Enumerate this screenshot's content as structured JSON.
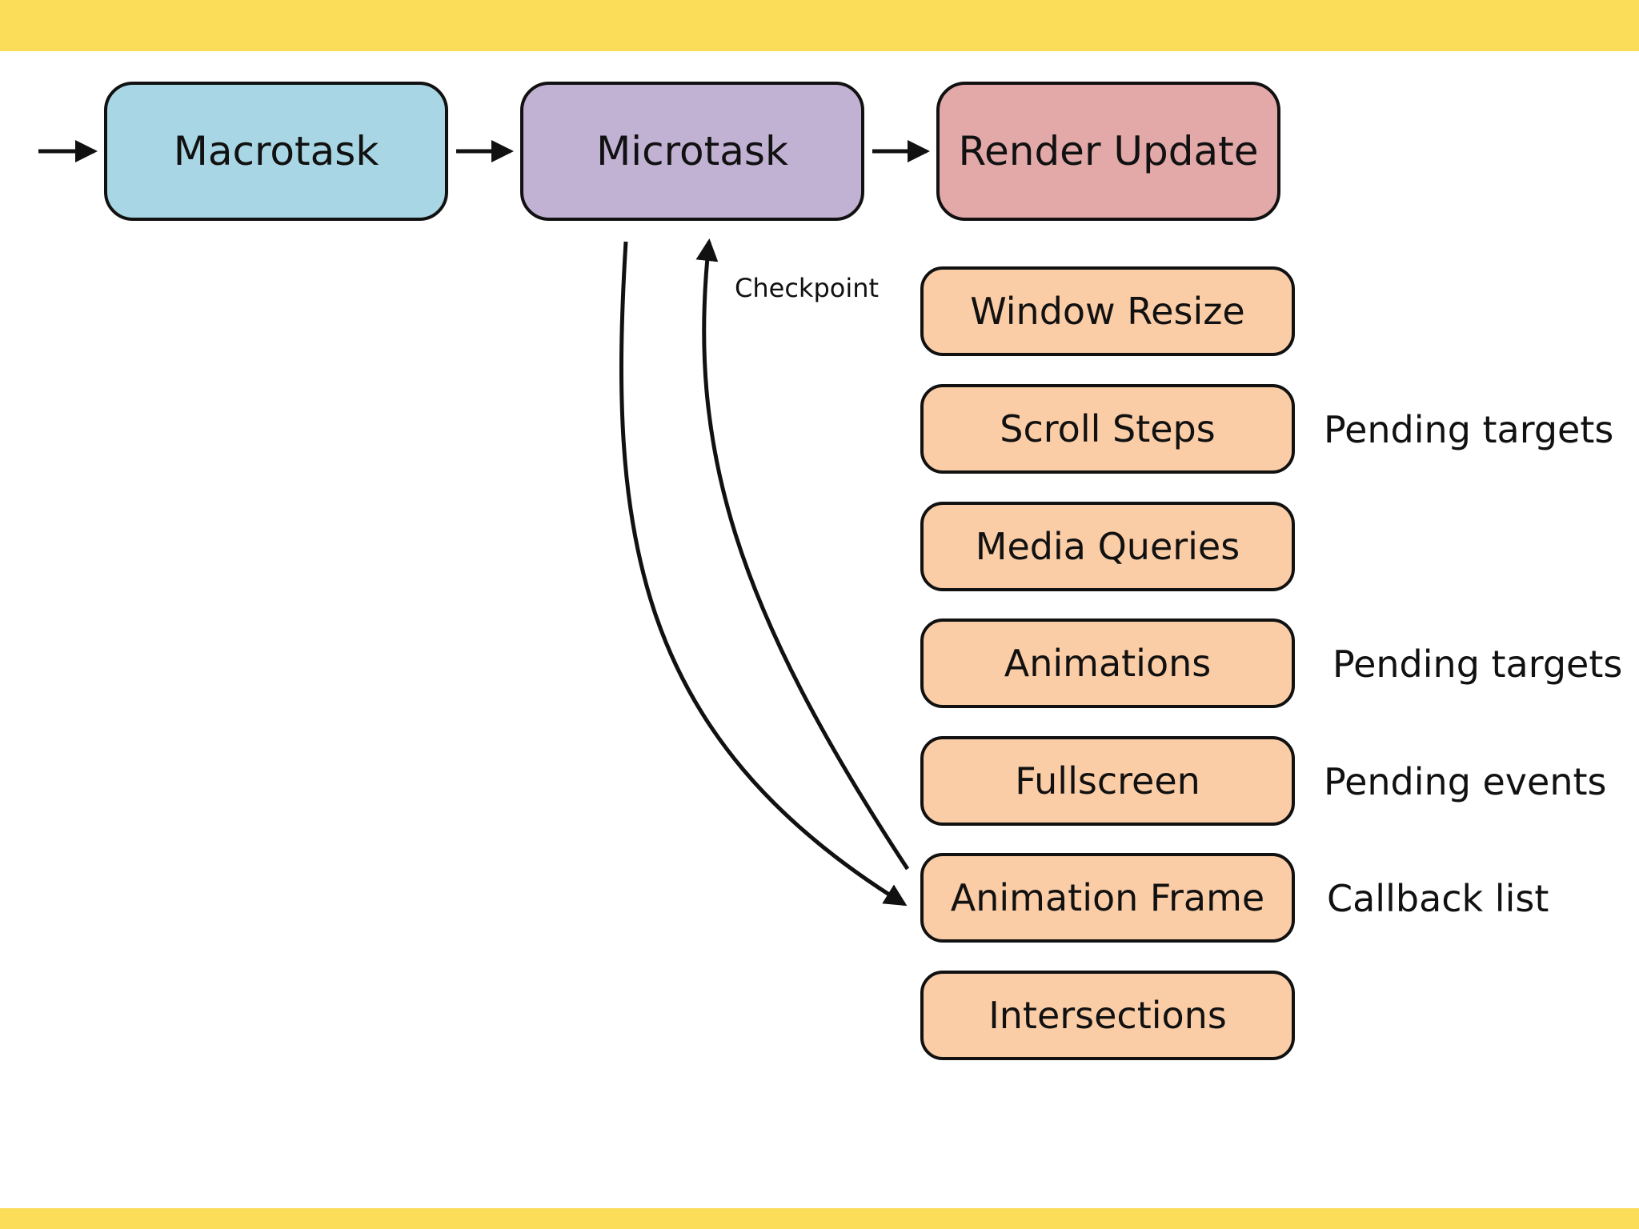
{
  "colors": {
    "band": "#FCDD5A",
    "macrotask": "#A8D6E4",
    "microtask": "#C1B1D3",
    "render": "#E3A9A9",
    "step": "#FBCDA6",
    "stroke": "#111111"
  },
  "pipeline": {
    "macrotask": "Macrotask",
    "microtask": "Microtask",
    "render_update": "Render Update"
  },
  "loop": {
    "checkpoint": "Checkpoint"
  },
  "render_steps": [
    {
      "label": "Window Resize",
      "note": ""
    },
    {
      "label": "Scroll Steps",
      "note": "Pending targets"
    },
    {
      "label": "Media Queries",
      "note": ""
    },
    {
      "label": "Animations",
      "note": "Pending targets"
    },
    {
      "label": "Fullscreen",
      "note": "Pending events"
    },
    {
      "label": "Animation Frame",
      "note": "Callback list"
    },
    {
      "label": "Intersections",
      "note": ""
    }
  ]
}
